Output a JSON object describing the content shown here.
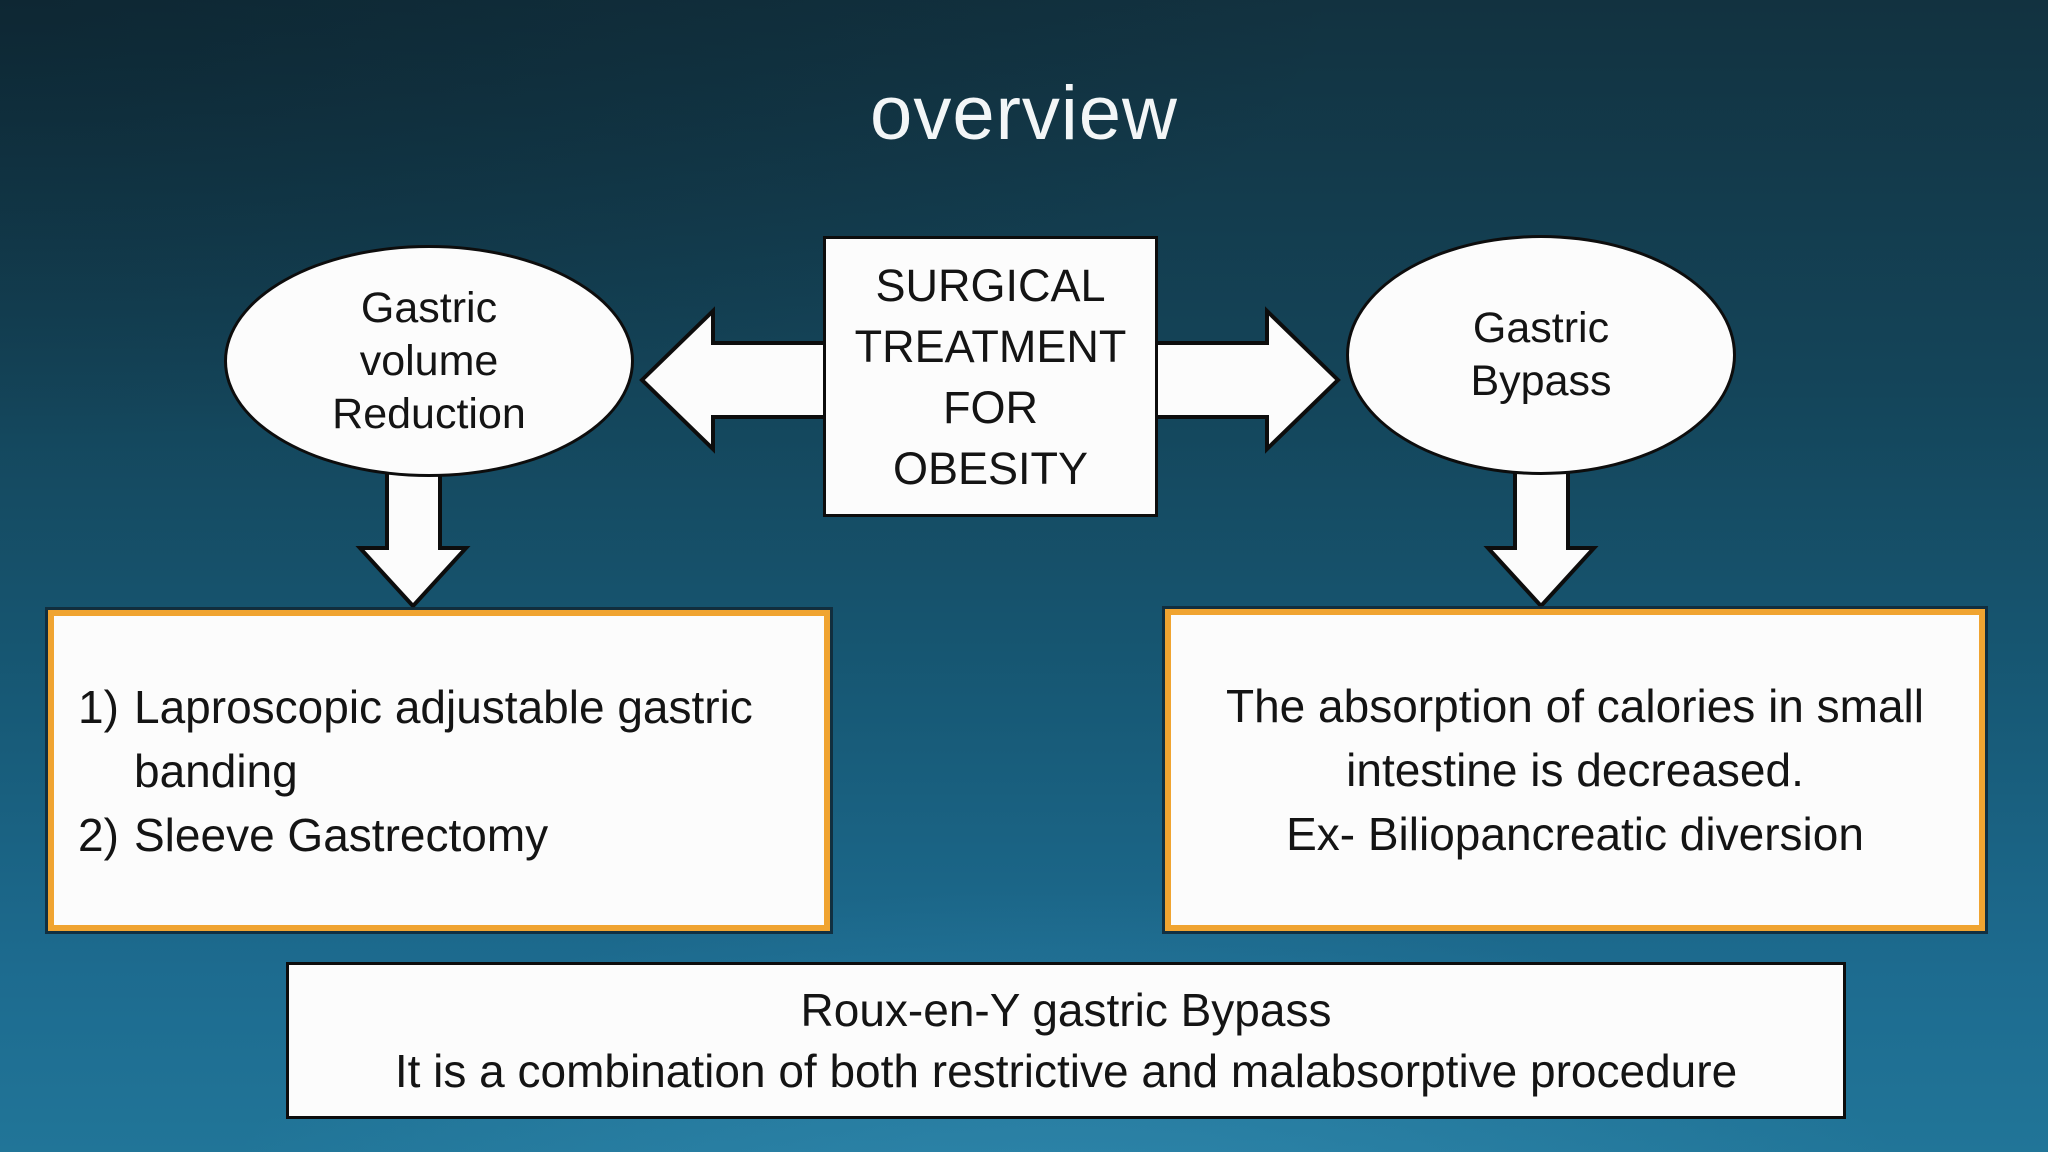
{
  "slide": {
    "title": "overview",
    "center_box": {
      "lines": [
        "SURGICAL",
        "TREATMENT",
        "FOR",
        "OBESITY"
      ]
    },
    "left_ellipse": {
      "lines": [
        "Gastric",
        "volume",
        "Reduction"
      ]
    },
    "right_ellipse": {
      "lines": [
        "Gastric",
        "Bypass"
      ]
    },
    "left_detail_box": {
      "items": [
        {
          "num": "1)",
          "lines": [
            "Laproscopic adjustable gastric",
            "banding"
          ]
        },
        {
          "num": "2)",
          "lines": [
            "Sleeve Gastrectomy"
          ]
        }
      ]
    },
    "right_detail_box": {
      "lines": [
        "The absorption of calories in small",
        "intestine is decreased.",
        "Ex- Biliopancreatic diversion"
      ]
    },
    "bottom_box": {
      "lines": [
        "Roux-en-Y gastric Bypass",
        "It is a combination of both restrictive and malabsorptive procedure"
      ]
    }
  },
  "colors": {
    "accent_border": "#F0A431",
    "shape_fill": "#FCFCFC",
    "shape_border": "#0D0D0D",
    "title_color": "#F3F6F7",
    "background_top": "#123240",
    "background_bottom": "#217598"
  }
}
